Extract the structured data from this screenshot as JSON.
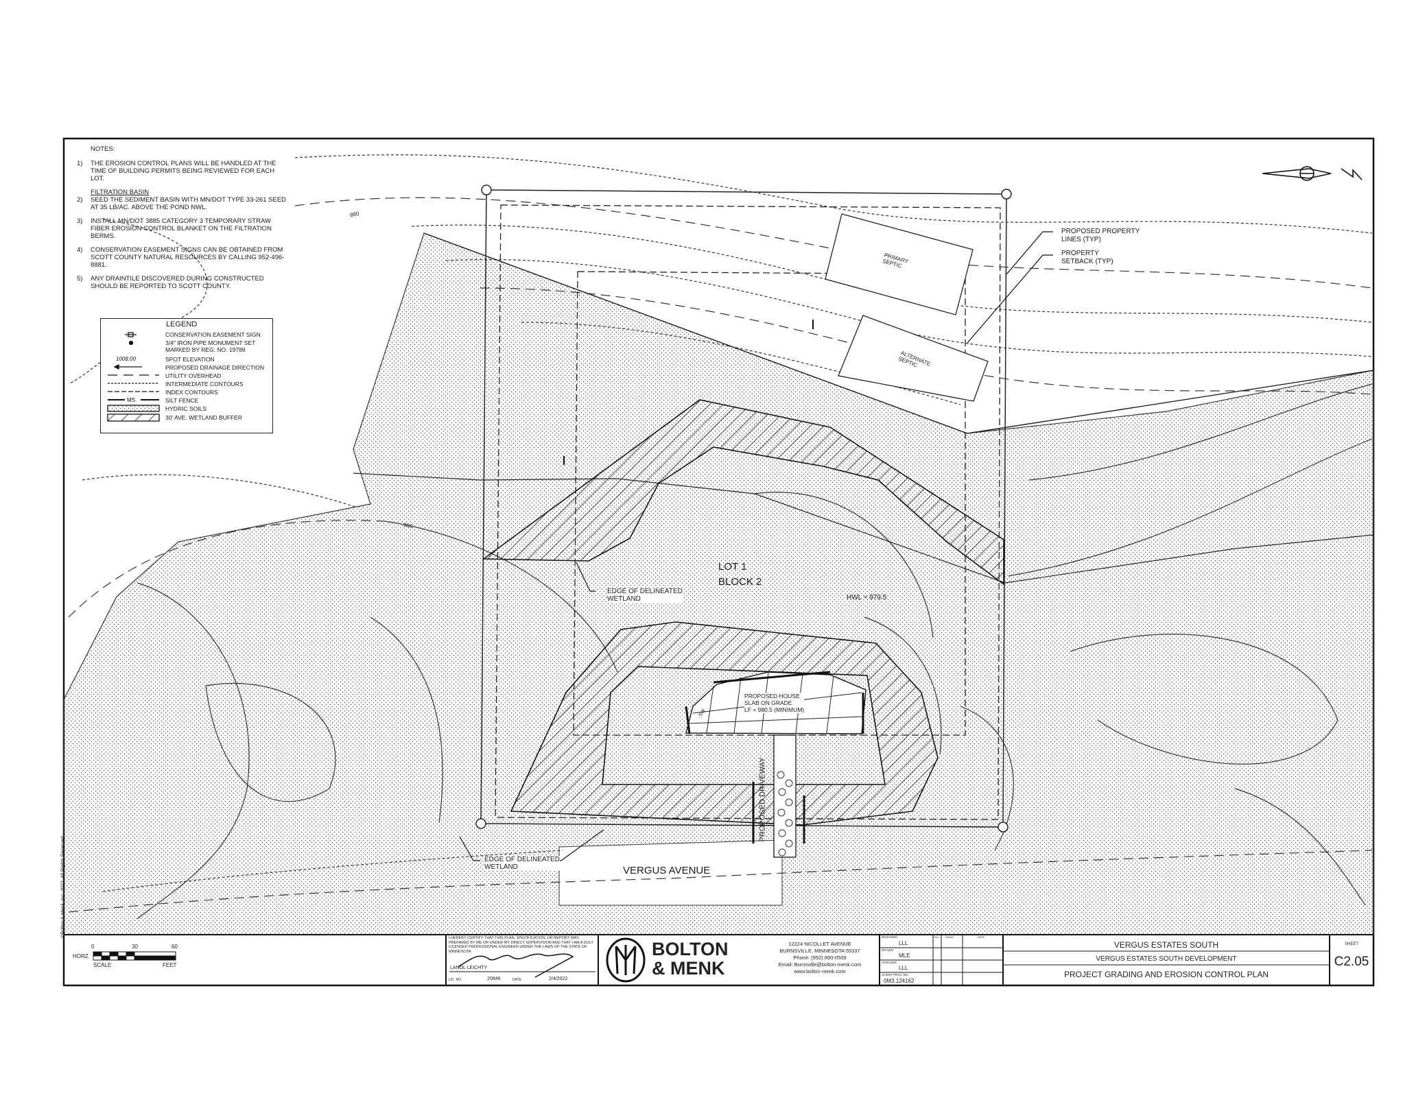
{
  "notes": {
    "heading": "NOTES:",
    "items": [
      {
        "num": "1)",
        "text": "THE EROSION CONTROL PLANS WILL BE HANDLED AT THE TIME OF BUILDING PERMITS BEING REVIEWED FOR EACH LOT."
      },
      {
        "num": "2)",
        "subheading": "FILTRATION BASIN",
        "text": "SEED THE SEDIMENT BASIN WITH MN/DOT TYPE 33-261 SEED AT 35 LB/AC. ABOVE THE POND NWL."
      },
      {
        "num": "3)",
        "text": "INSTALL MN/DOT 3885 CATEGORY 3 TEMPORARY STRAW FIBER EROSION CONTROL BLANKET ON THE FILTRATION BERMS."
      },
      {
        "num": "4)",
        "text": "CONSERVATION EASEMENT SIGNS CAN BE OBTAINED FROM SCOTT COUNTY NATURAL RESOURCES BY CALLING 952-496-8881."
      },
      {
        "num": "5)",
        "text": "ANY DRAINTILE DISCOVERED DURING CONSTRUCTED SHOULD BE REPORTED TO SCOTT COUNTY."
      }
    ]
  },
  "legend": {
    "title": "LEGEND",
    "items": [
      {
        "symbol": "sign-icon",
        "label": "CONSERVATION EASEMENT SIGN"
      },
      {
        "symbol": "dot-icon",
        "label": "3/4\" IRON PIPE MONUMENT SET MARKED BY REG. NO. 19789"
      },
      {
        "symbol": "spot-elevation",
        "sample": "1008.00",
        "label": "SPOT ELEVATION"
      },
      {
        "symbol": "arrow-icon",
        "label": "PROPOSED DRAINAGE DIRECTION"
      },
      {
        "symbol": "long-dash",
        "label": "UTILITY OVERHEAD"
      },
      {
        "symbol": "short-dash",
        "label": "INTERMEDIATE CONTOURS"
      },
      {
        "symbol": "medium-dash",
        "label": "INDEX CONTOURS"
      },
      {
        "symbol": "silt-fence",
        "sample": "MS",
        "label": "SILT FENCE"
      },
      {
        "symbol": "dotted-box",
        "label": "HYDRIC SOILS"
      },
      {
        "symbol": "hatched-box",
        "label": "30' AVE. WETLAND BUFFER"
      }
    ]
  },
  "plan": {
    "lot": "LOT 1",
    "block": "BLOCK 2",
    "hwl": "HWL = 979.5",
    "wetland_label_1": [
      "EDGE OF DELINEATED",
      "WETLAND"
    ],
    "wetland_label_2": [
      "EDGE OF DELINEATED",
      "WETLAND"
    ],
    "street": "VERGUS AVENUE",
    "driveway": "PROPOSED DRIVEWAY",
    "house": [
      "PROPOSED HOUSE",
      "SLAB ON GRADE",
      "LF = 980.5 (MINIMUM)"
    ],
    "primary_septic": [
      "PRIMARY",
      "SEPTIC"
    ],
    "alternate_septic": [
      "ALTERNATE",
      "SEPTIC"
    ],
    "property_lines": [
      "PROPOSED PROPERTY",
      "LINES (TYP)"
    ],
    "setback": [
      "PROPERTY",
      "SETBACK (TYP)"
    ],
    "contour_labels": [
      "980",
      "980"
    ],
    "silt_fence_tag": "SW"
  },
  "scale": {
    "prefix": "HORZ.",
    "ticks": [
      "0",
      "30",
      "60"
    ],
    "left": "SCALE",
    "right": "FEET"
  },
  "certification": {
    "statement": "I HEREBY CERTIFY THAT THIS PLAN, SPECIFICATION, OR REPORT WAS PREPARED BY ME OR UNDER MY DIRECT SUPERVISION AND THAT I AM A DULY LICENSED PROFESSIONAL ENGINEER UNDER THE LAWS OF THE STATE OF MINNESOTA.",
    "name": "LANOL LEICHTY",
    "lic_label": "LIC. NO.",
    "lic_no": "20846",
    "date_label": "DATE",
    "date": "2/4/2022"
  },
  "firm": {
    "name_line1": "BOLTON",
    "name_line2": "& MENK",
    "address": [
      "12224 NICOLLET AVENUE",
      "BURNSVILLE, MINNESOTA 55337",
      "Phone: (952) 890-0509",
      "Email: Burnsville@bolton-menk.com",
      "www.bolton-menk.com"
    ]
  },
  "approvals": [
    {
      "label": "DESIGNED",
      "value": "LLL"
    },
    {
      "label": "DRAWN",
      "value": "MLE"
    },
    {
      "label": "CHECKED",
      "value": "LLL"
    },
    {
      "label": "CLIENT PROJ. NO.",
      "value": "0M3.124162"
    }
  ],
  "revisions_headers": [
    "NO.",
    "ISSUE",
    "DATE"
  ],
  "project": {
    "title": "VERGUS ESTATES SOUTH",
    "subtitle": "VERGUS ESTATES SOUTH DEVELOPMENT",
    "sheet_title": "PROJECT GRADING AND EROSION CONTROL PLAN",
    "sheet_label": "SHEET",
    "sheet_no": "C2.05"
  },
  "copyright": "©Bolton & Menk, Inc. 2022, All Rights Reserved"
}
